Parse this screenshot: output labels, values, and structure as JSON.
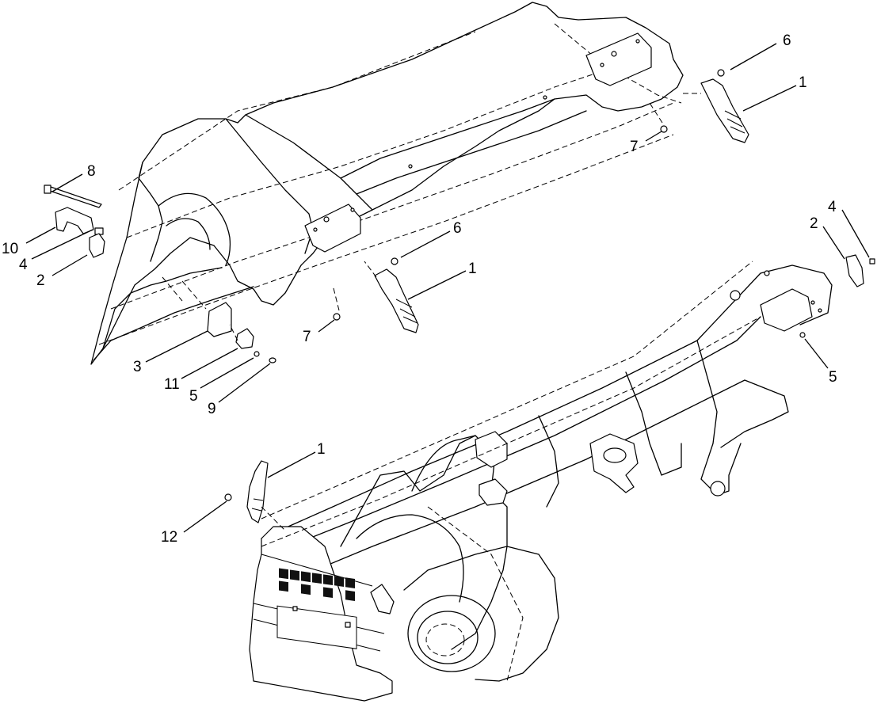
{
  "callouts": [
    {
      "id": "c1a",
      "label": "1"
    },
    {
      "id": "c6a",
      "label": "6"
    },
    {
      "id": "c7a",
      "label": "7"
    },
    {
      "id": "c8",
      "label": "8"
    },
    {
      "id": "c10",
      "label": "10"
    },
    {
      "id": "c4a",
      "label": "4"
    },
    {
      "id": "c2a",
      "label": "2"
    },
    {
      "id": "c6b",
      "label": "6"
    },
    {
      "id": "c1b",
      "label": "1"
    },
    {
      "id": "c7b",
      "label": "7"
    },
    {
      "id": "c3",
      "label": "3"
    },
    {
      "id": "c11",
      "label": "11"
    },
    {
      "id": "c5a",
      "label": "5"
    },
    {
      "id": "c9",
      "label": "9"
    },
    {
      "id": "c2b",
      "label": "2"
    },
    {
      "id": "c4b",
      "label": "4"
    },
    {
      "id": "c5b",
      "label": "5"
    },
    {
      "id": "c1c",
      "label": "1"
    },
    {
      "id": "c12",
      "label": "12"
    }
  ]
}
